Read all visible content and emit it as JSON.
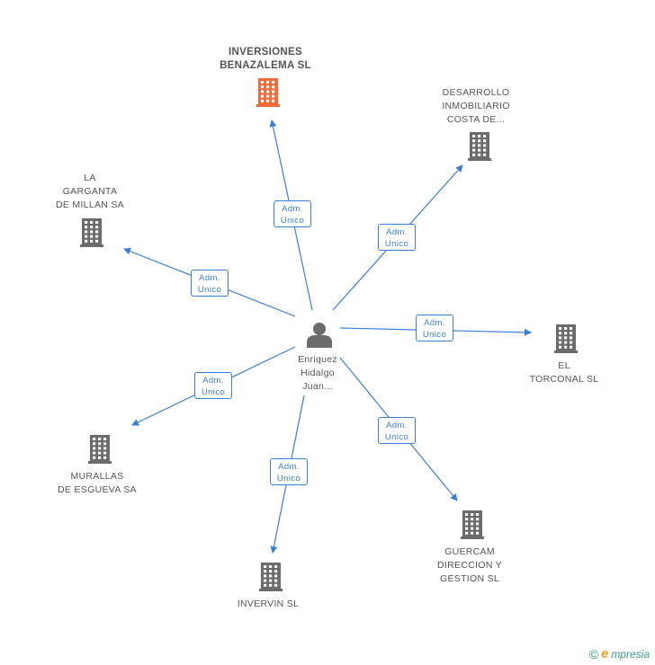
{
  "center": {
    "name_lines": [
      "Enriquez",
      "Hidalgo",
      "Juan..."
    ],
    "icon": "person-icon"
  },
  "colors": {
    "edge": "#3b7dd8",
    "building": "#6b6b6b",
    "building_highlight": "#f26a3a",
    "person": "#6b6b6b"
  },
  "nodes": [
    {
      "id": "inversiones",
      "lines": [
        "INVERSIONES",
        "BENAZALEMA SL"
      ],
      "highlight": true,
      "icon": "building-icon"
    },
    {
      "id": "desarrollo",
      "lines": [
        "DESARROLLO",
        "INMOBILIARIO",
        "COSTA DE..."
      ],
      "highlight": false,
      "icon": "building-icon"
    },
    {
      "id": "garganta",
      "lines": [
        "LA",
        "GARGANTA",
        "DE MILLAN SA"
      ],
      "highlight": false,
      "icon": "building-icon"
    },
    {
      "id": "torconal",
      "lines": [
        "EL",
        "TORCONAL SL"
      ],
      "highlight": false,
      "icon": "building-icon"
    },
    {
      "id": "murallas",
      "lines": [
        "MURALLAS",
        "DE ESGUEVA SA"
      ],
      "highlight": false,
      "icon": "building-icon"
    },
    {
      "id": "guercam",
      "lines": [
        "GUERCAM",
        "DIRECCION Y",
        "GESTION SL"
      ],
      "highlight": false,
      "icon": "building-icon"
    },
    {
      "id": "invervin",
      "lines": [
        "INVERVIN SL"
      ],
      "highlight": false,
      "icon": "building-icon"
    }
  ],
  "edges": [
    {
      "to": "inversiones",
      "label_lines": [
        "Adm.",
        "Unico"
      ]
    },
    {
      "to": "desarrollo",
      "label_lines": [
        "Adm.",
        "Unico"
      ]
    },
    {
      "to": "garganta",
      "label_lines": [
        "Adm.",
        "Unico"
      ]
    },
    {
      "to": "torconal",
      "label_lines": [
        "Adm.",
        "Unico"
      ]
    },
    {
      "to": "murallas",
      "label_lines": [
        "Adm.",
        "Unico"
      ]
    },
    {
      "to": "guercam",
      "label_lines": [
        "Adm.",
        "Unico"
      ]
    },
    {
      "to": "invervin",
      "label_lines": [
        "Adm.",
        "Unico"
      ]
    }
  ],
  "footer": {
    "copyright_symbol": "©",
    "brand_first": "e",
    "brand_rest": "mpresia"
  }
}
